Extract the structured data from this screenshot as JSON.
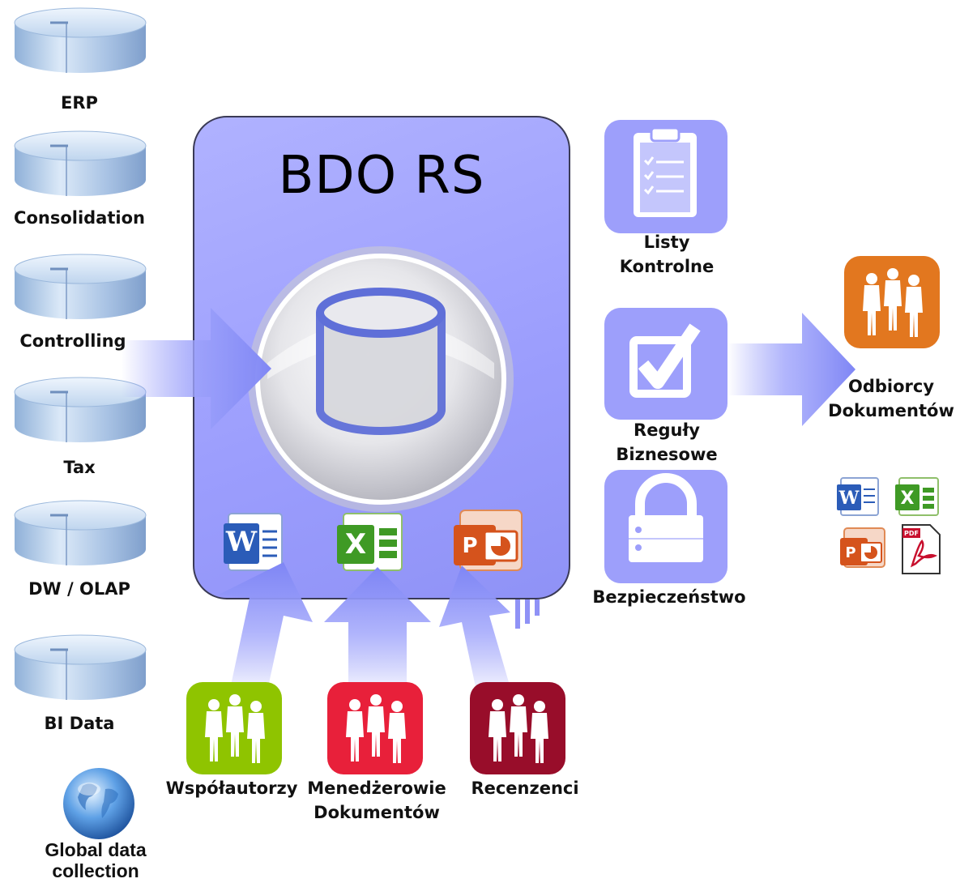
{
  "sources": [
    {
      "label": "ERP"
    },
    {
      "label": "Consolidation"
    },
    {
      "label": "Controlling"
    },
    {
      "label": "Tax"
    },
    {
      "label": "DW / OLAP"
    },
    {
      "label": "BI Data"
    }
  ],
  "global": {
    "label_line1": "Global data",
    "label_line2": "collection"
  },
  "center": {
    "title": "BDO RS"
  },
  "features": {
    "checklists": {
      "line1": "Listy",
      "line2": "Kontrolne",
      "icon": "clipboard-checklist-icon"
    },
    "rules": {
      "line1": "Reguły",
      "line2": "Biznesowe",
      "icon": "checkbox-icon"
    },
    "security": {
      "line1": "Bezpieczeństwo",
      "icon": "padlock-icon"
    }
  },
  "recipients": {
    "line1": "Odbiorcy",
    "line2": "Dokumentów",
    "color": "#e2771f"
  },
  "roles": [
    {
      "line1": "Współautorzy",
      "line2": "",
      "color": "#8fc400"
    },
    {
      "line1": "Menedżerowie",
      "line2": "Dokumentów",
      "color": "#e8203a"
    },
    {
      "line1": "Recenzenci",
      "line2": "",
      "color": "#980d2a"
    }
  ],
  "colors": {
    "box": "#9b9dfd",
    "tile": "#9d9ffb",
    "arrow": "#8e94f8"
  },
  "doc_icons": {
    "word_letter": "W",
    "excel_letter": "X",
    "ppt_letter": "P",
    "pdf_tag": "PDF"
  }
}
